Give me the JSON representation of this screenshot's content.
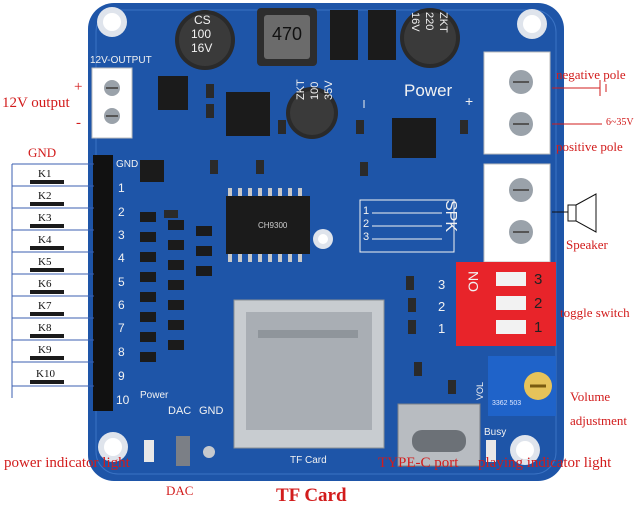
{
  "board": {
    "color": "#1e55a8",
    "silkscreen": {
      "output_header": "12V-OUTPUT",
      "output_plus": "+",
      "output_minus": "-",
      "gnd": "GND",
      "pins": [
        "1",
        "2",
        "3",
        "4",
        "5",
        "6",
        "7",
        "8",
        "9",
        "10"
      ],
      "power_led": "Power",
      "dac": "DAC",
      "gnd_bottom": "GND",
      "tf_card": "TF Card",
      "power_label": "Power",
      "power_plus": "+",
      "spk": "SPK",
      "vol": "VOL",
      "busy": "Busy",
      "mode_rows": [
        "1",
        "2",
        "3"
      ],
      "mode_cols": [
        "3",
        "2",
        "1"
      ],
      "chip_main": "CH9300",
      "cap1": [
        "CS",
        "100",
        "16V"
      ],
      "cap2": [
        "ZKT",
        "100",
        "35V"
      ],
      "cap3": [
        "ZKT",
        "220",
        "16V"
      ],
      "inductor": "470",
      "switch_on": "ON",
      "switch_nums": [
        "3",
        "2",
        "1"
      ],
      "pot_code": "3362 503"
    }
  },
  "annotations": {
    "output_12v": "12V output",
    "output_plus": "+",
    "output_minus": "-",
    "gnd": "GND",
    "keys": [
      "K1",
      "K2",
      "K3",
      "K4",
      "K5",
      "K6",
      "K7",
      "K8",
      "K9",
      "K10"
    ],
    "negative_pole": "negative pole",
    "voltage_range": "6~35V",
    "positive_pole": "positive pole",
    "speaker": "Speaker",
    "toggle_switch": "toggle switch",
    "volume_adjustment_1": "Volume",
    "volume_adjustment_2": "adjustment",
    "power_indicator_light": "power indicator light",
    "dac": "DAC",
    "tf_card": "TF Card",
    "type_c_port": "TYPE-C port",
    "playing_indicator_light": "playing indicator light"
  },
  "colors": {
    "annotation_red": "#d21c1c",
    "board_blue": "#1e55a8",
    "switch_red": "#e8242a",
    "pot_blue": "#1f63c9"
  }
}
